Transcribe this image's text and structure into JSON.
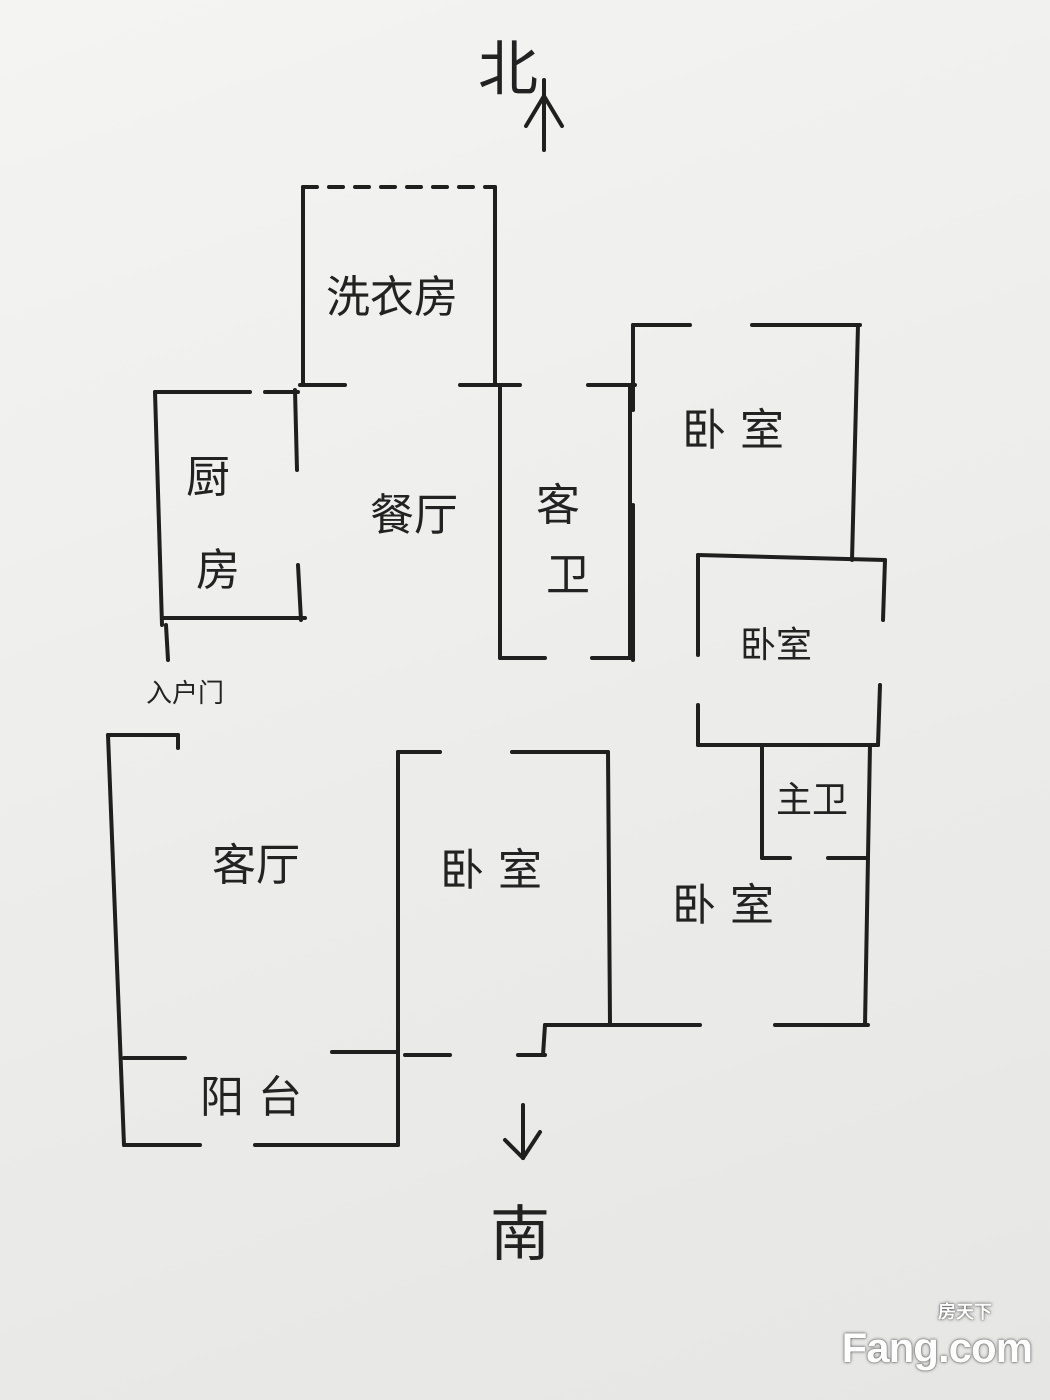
{
  "compass": {
    "north": "北",
    "south": "南"
  },
  "rooms": {
    "laundry": "洗衣房",
    "kitchen_1": "厨",
    "kitchen_2": "房",
    "dining": "餐厅",
    "guest_bath_1": "客",
    "guest_bath_2": "卫",
    "bedroom_ne": "卧 室",
    "bedroom_mid": "卧室",
    "master_bath": "主卫",
    "living": "客厅",
    "bedroom_s": "卧 室",
    "bedroom_se": "卧 室",
    "balcony": "阳 台"
  },
  "entry_door": "入户门",
  "watermark": {
    "cn": "房天下",
    "en": "Fang.com"
  }
}
